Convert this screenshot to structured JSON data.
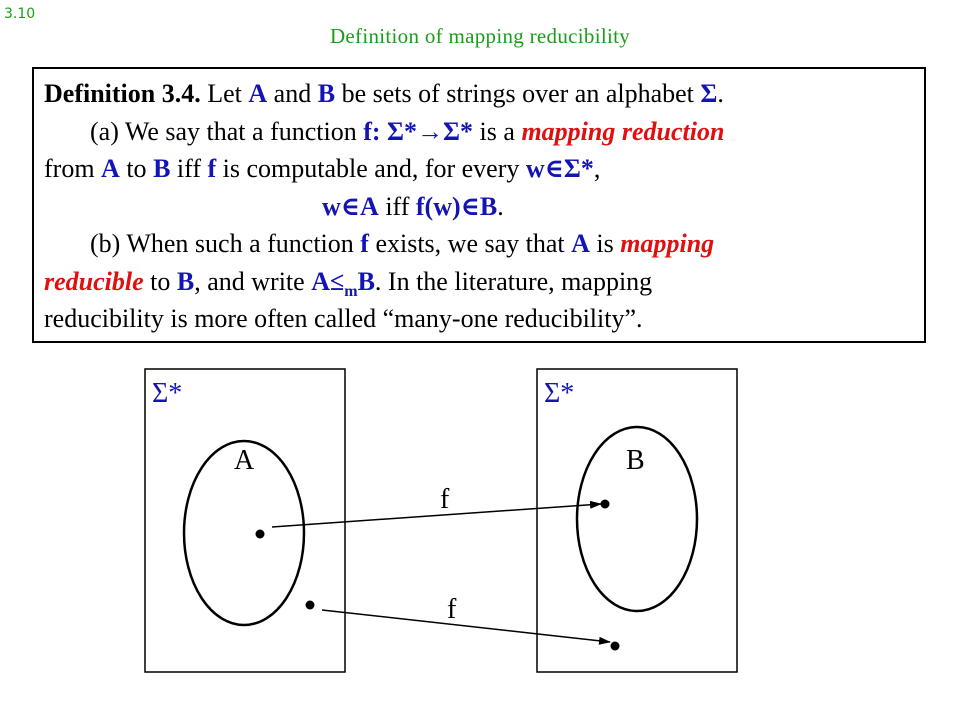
{
  "slide": {
    "number": "3.10",
    "title": "Definition of mapping reducibility"
  },
  "definition": {
    "heading": "Definition 3.4.",
    "line1": {
      "let": " Let  ",
      "A": "A",
      "and": "  and  ",
      "B": "B",
      "rest": "  be sets of strings over an alphabet ",
      "sigma": "Σ",
      "end": "."
    },
    "line2": {
      "prefix": "(a) We say that a function ",
      "f_sig": "f: Σ*→Σ*",
      "mid": " is a ",
      "term": "mapping reduction"
    },
    "line3": {
      "from": "from ",
      "A": "A",
      "to": " to ",
      "B": "B",
      "iff": " iff ",
      "f": "f",
      "rest": " is computable and, for every  ",
      "w_in": "w∈Σ*",
      "end": ","
    },
    "line4": {
      "w_in_A": "w∈A",
      "iff": "  iff  ",
      "f_w_in_B": "f(w)∈B",
      "end": "."
    },
    "line5": {
      "prefix": "(b) When such a function ",
      "f": "f",
      "mid": " exists, we say that ",
      "A": "A",
      "is": " is ",
      "term": "mapping"
    },
    "line6": {
      "term": "reducible",
      "to": " to ",
      "B": "B",
      "write": ", and write ",
      "A_le": "A≤",
      "sub_m": "m",
      "B2": "B",
      "rest": ". In the literature, mapping"
    },
    "line7": "reducibility is more often called “many-one reducibility”."
  },
  "diagram": {
    "left_set_label": "Σ*",
    "right_set_label": "Σ*",
    "left_subset_label": "A",
    "right_subset_label": "B",
    "arrow1_label": "f",
    "arrow2_label": "f"
  },
  "colors": {
    "slide_title": "#1a9e1a",
    "emphasis_red": "#e01010",
    "set_blue": "#1414b4"
  }
}
